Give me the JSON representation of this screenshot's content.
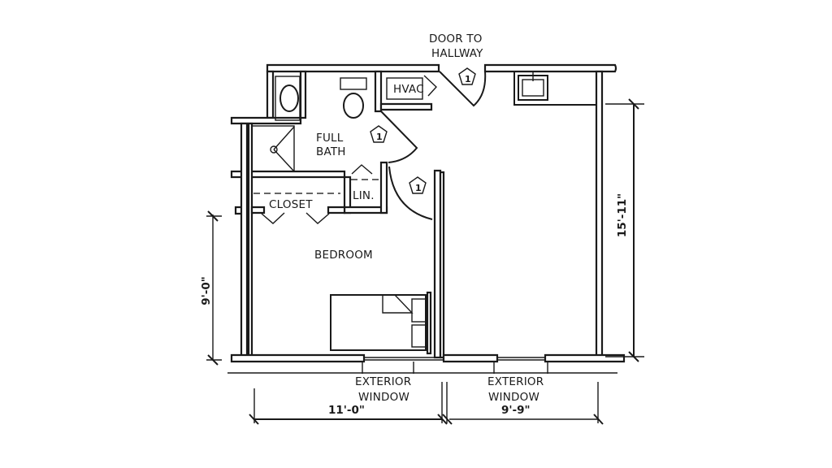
{
  "rooms": {
    "door_to_hallway_line1": "DOOR TO",
    "door_to_hallway_line2": "HALLWAY",
    "hvac": "HVAC",
    "full_bath_line1": "FULL",
    "full_bath_line2": "BATH",
    "closet": "CLOSET",
    "linen": "LIN.",
    "bedroom": "BEDROOM",
    "exterior_window_1_line1": "EXTERIOR",
    "exterior_window_1_line2": "WINDOW",
    "exterior_window_2_line1": "EXTERIOR",
    "exterior_window_2_line2": "WINDOW"
  },
  "door_tags": [
    "1",
    "1",
    "1"
  ],
  "dimensions": {
    "bedroom_width": "11'-0\"",
    "living_width": "9'-9\"",
    "bedroom_depth": "9'-0\"",
    "living_depth": "15'-11\""
  },
  "colors": {
    "line": "#1a1a1a",
    "background": "#ffffff"
  }
}
